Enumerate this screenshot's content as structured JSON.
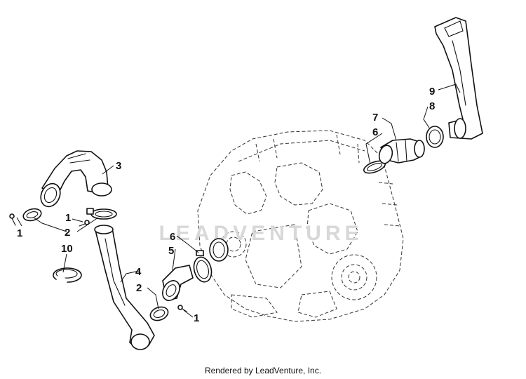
{
  "diagram": {
    "watermark": "LEADVENTURE",
    "callouts": {
      "c1a": "1",
      "c1b": "1",
      "c1c": "1",
      "c2a": "2",
      "c2b": "2",
      "c3": "3",
      "c4": "4",
      "c5": "5",
      "c6a": "6",
      "c6b": "6",
      "c7": "7",
      "c8": "8",
      "c9": "9",
      "c10": "10"
    }
  },
  "footer": {
    "credit": "Rendered by LeadVenture, Inc."
  }
}
